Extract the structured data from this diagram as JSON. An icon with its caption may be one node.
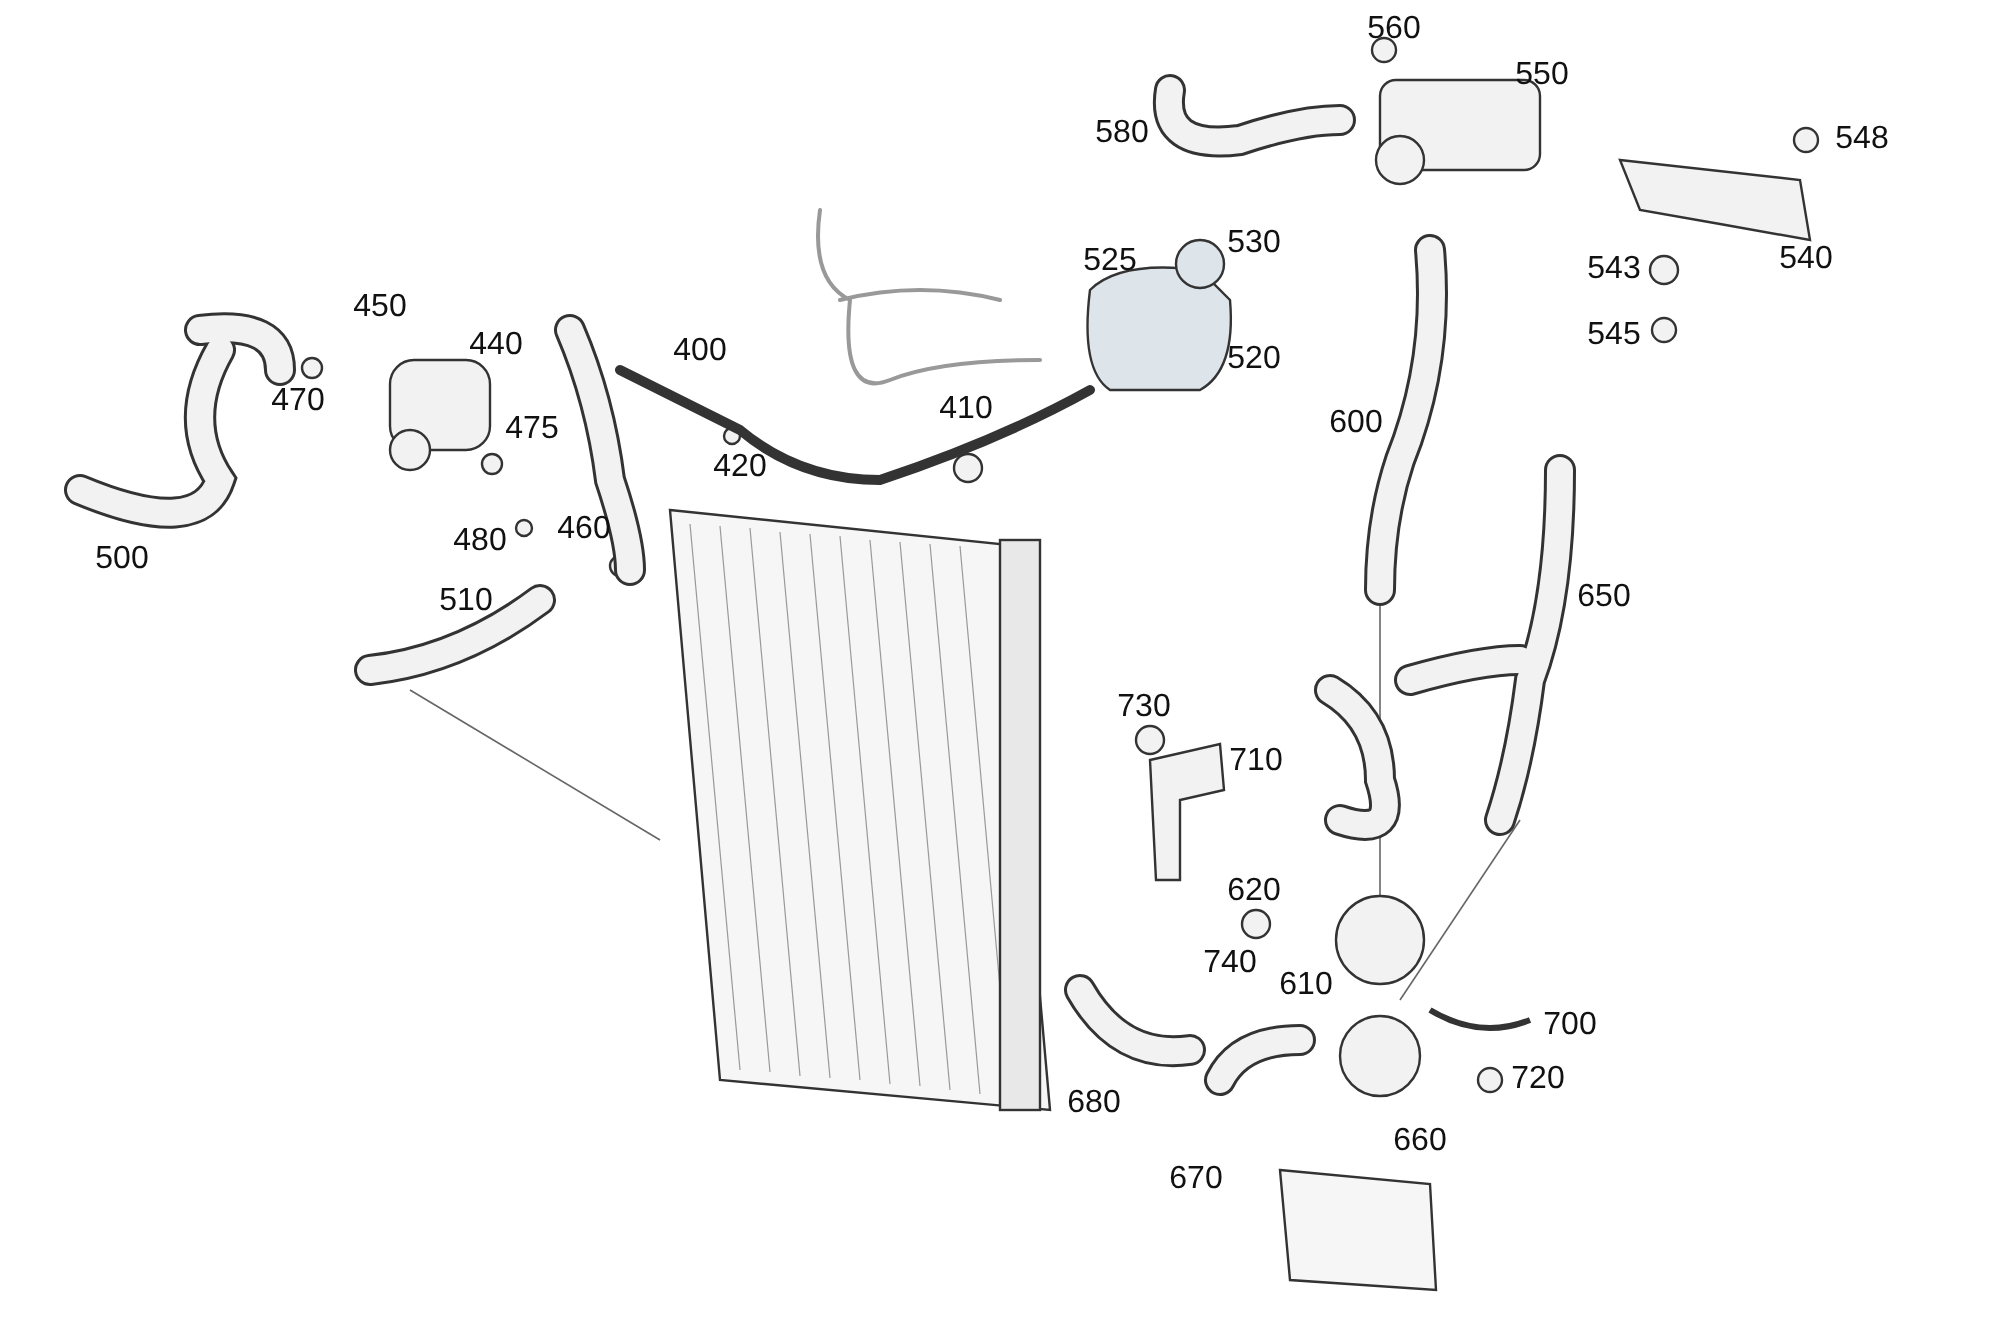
{
  "diagram": {
    "labels": [
      "560",
      "550",
      "580",
      "548",
      "530",
      "525",
      "540",
      "543",
      "450",
      "440",
      "400",
      "520",
      "545",
      "470",
      "475",
      "410",
      "600",
      "420",
      "460",
      "480",
      "500",
      "510",
      "650",
      "730",
      "710",
      "620",
      "740",
      "610",
      "700",
      "720",
      "680",
      "660",
      "670"
    ]
  }
}
